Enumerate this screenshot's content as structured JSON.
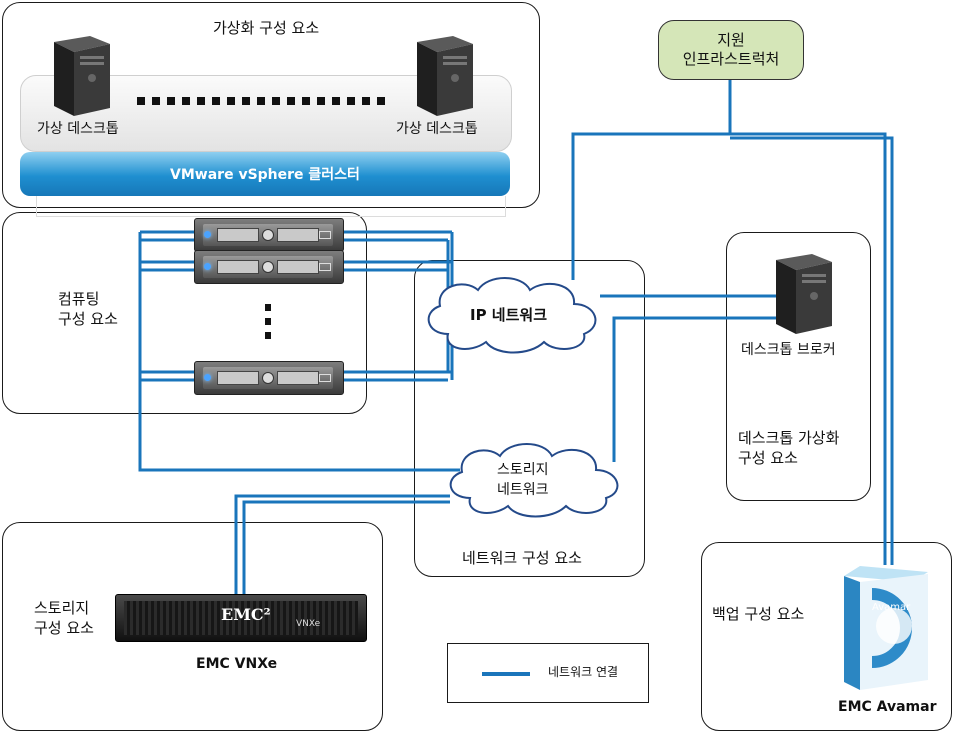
{
  "virtualization": {
    "title": "가상화 구성 요소",
    "desktop_left": "가상 데스크톱",
    "desktop_right": "가상 데스크톱",
    "cluster": "VMware vSphere 클러스터"
  },
  "compute": {
    "title": "컴퓨팅\n구성 요소"
  },
  "network": {
    "title": "네트워크 구성 요소",
    "ip_network": "IP 네트워크",
    "storage_network": "스토리지\n네트워크"
  },
  "support": {
    "title": "지원\n인프라스트럭처"
  },
  "desktop_virtualization": {
    "broker": "데스크톱 브로커",
    "title": "데스크톱 가상화\n구성 요소"
  },
  "storage": {
    "title": "스토리지\n구성 요소",
    "device": "EMC VNXe",
    "logo": "EMC²",
    "model": "VNXe"
  },
  "backup": {
    "title": "백업 구성 요소",
    "device": "EMC Avamar",
    "box_label": "Avamar"
  },
  "legend": {
    "label": "네트워크 연결"
  },
  "colors": {
    "link": "#1a75bb",
    "support_fill": "#d5e6b8",
    "cluster_bar": "#1f8fd0"
  }
}
